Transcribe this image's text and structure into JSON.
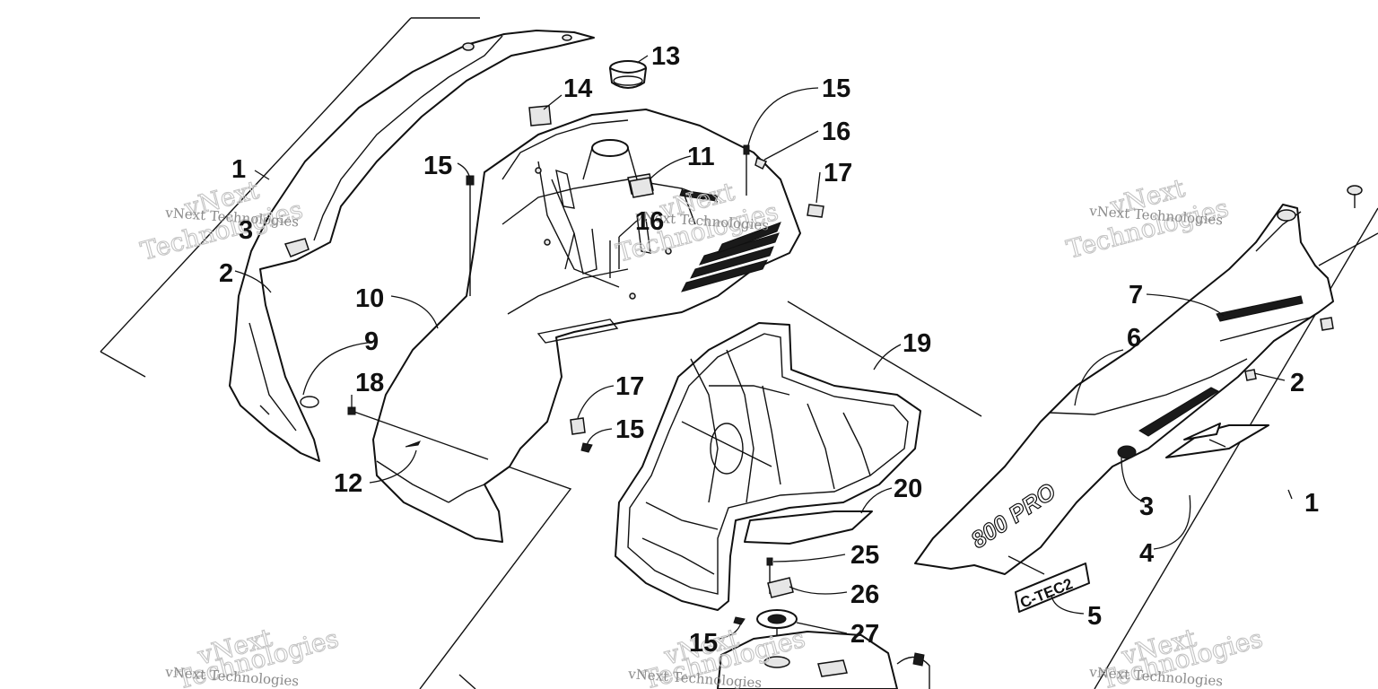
{
  "colors": {
    "line": "#111111",
    "watermark": "#b8b8b8",
    "background": "#ffffff"
  },
  "watermark": {
    "line1": "vNext",
    "line2": "Technologies",
    "full": "vNext Technologies"
  },
  "callouts": {
    "c1_left": "1",
    "c2_left": "2",
    "c3_left": "3",
    "c9": "9",
    "c18": "18",
    "c12": "12",
    "c10": "10",
    "c15_a": "15",
    "c14": "14",
    "c13": "13",
    "c11": "11",
    "c16_a": "16",
    "c15_b": "15",
    "c16_b": "16",
    "c17_a": "17",
    "c17_b": "17",
    "c15_c": "15",
    "c19": "19",
    "c20": "20",
    "c25": "25",
    "c26": "26",
    "c27": "27",
    "c15_d": "15",
    "c7": "7",
    "c6": "6",
    "c2_right": "2",
    "c3_right": "3",
    "c4": "4",
    "c1_right": "1",
    "c5": "5"
  },
  "decals": {
    "model": "800 PRO",
    "engine": "C-TEC2"
  }
}
